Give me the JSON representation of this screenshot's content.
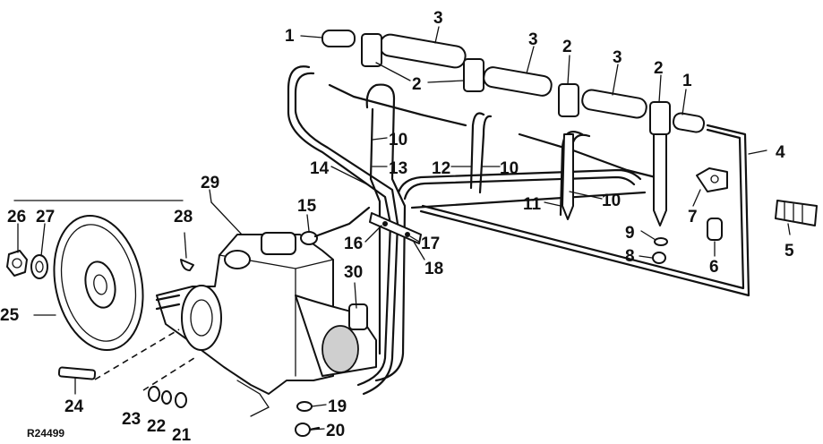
{
  "reference_code": "R24499",
  "callouts": [
    {
      "label": "1"
    },
    {
      "label": "1"
    },
    {
      "label": "2"
    },
    {
      "label": "2"
    },
    {
      "label": "2"
    },
    {
      "label": "2"
    },
    {
      "label": "3"
    },
    {
      "label": "3"
    },
    {
      "label": "3"
    },
    {
      "label": "3"
    },
    {
      "label": "4"
    },
    {
      "label": "5"
    },
    {
      "label": "6"
    },
    {
      "label": "7"
    },
    {
      "label": "8"
    },
    {
      "label": "9"
    },
    {
      "label": "10"
    },
    {
      "label": "10"
    },
    {
      "label": "10"
    },
    {
      "label": "11"
    },
    {
      "label": "12"
    },
    {
      "label": "13"
    },
    {
      "label": "14"
    },
    {
      "label": "15"
    },
    {
      "label": "16"
    },
    {
      "label": "17"
    },
    {
      "label": "18"
    },
    {
      "label": "19"
    },
    {
      "label": "20"
    },
    {
      "label": "21"
    },
    {
      "label": "22"
    },
    {
      "label": "23"
    },
    {
      "label": "24"
    },
    {
      "label": "25"
    },
    {
      "label": "26"
    },
    {
      "label": "27"
    },
    {
      "label": "28"
    },
    {
      "label": "29"
    },
    {
      "label": "30"
    }
  ]
}
